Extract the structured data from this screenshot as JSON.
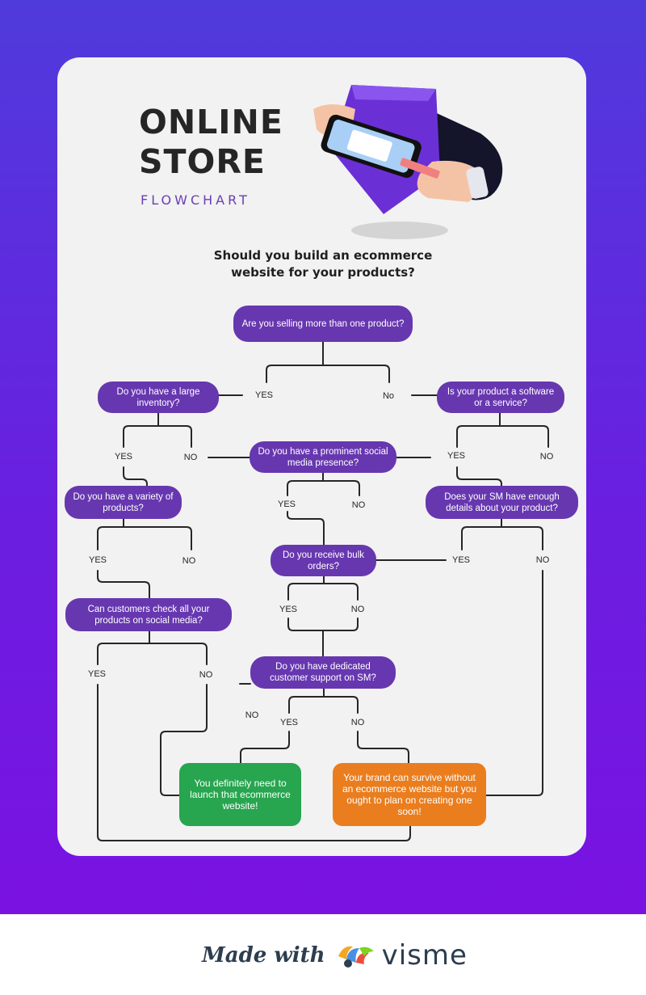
{
  "header": {
    "title_line1": "ONLINE",
    "title_line2": "STORE",
    "subtitle": "FLOWCHART",
    "question_line1": "Should you build an ecommerce",
    "question_line2": "website for your products?"
  },
  "nodes": {
    "q1": "Are you selling more than one product?",
    "q2": "Do you have a large inventory?",
    "q3": "Is your product a software or a service?",
    "q4": "Do you have a prominent social media presence?",
    "q5": "Do you have a variety of products?",
    "q6": "Does your SM have enough details about your product?",
    "q7": "Do you receive bulk orders?",
    "q8": "Can customers check all your products on social media?",
    "q9": "Do you have dedicated customer support on SM?",
    "outcome_yes": "You definitely need to launch that ecommerce website!",
    "outcome_no": "Your brand can survive without an ecommerce website but you ought to plan on creating one soon!"
  },
  "labels": {
    "yes_caps": "YES",
    "no_caps": "NO",
    "no_title": "No"
  },
  "footer": {
    "made_with": "Made with",
    "brand": "visme"
  },
  "colors": {
    "node_purple": "#6737b0",
    "outcome_green": "#27a54f",
    "outcome_orange": "#ea7d1e",
    "subtitle_purple": "#6b3fb2"
  }
}
